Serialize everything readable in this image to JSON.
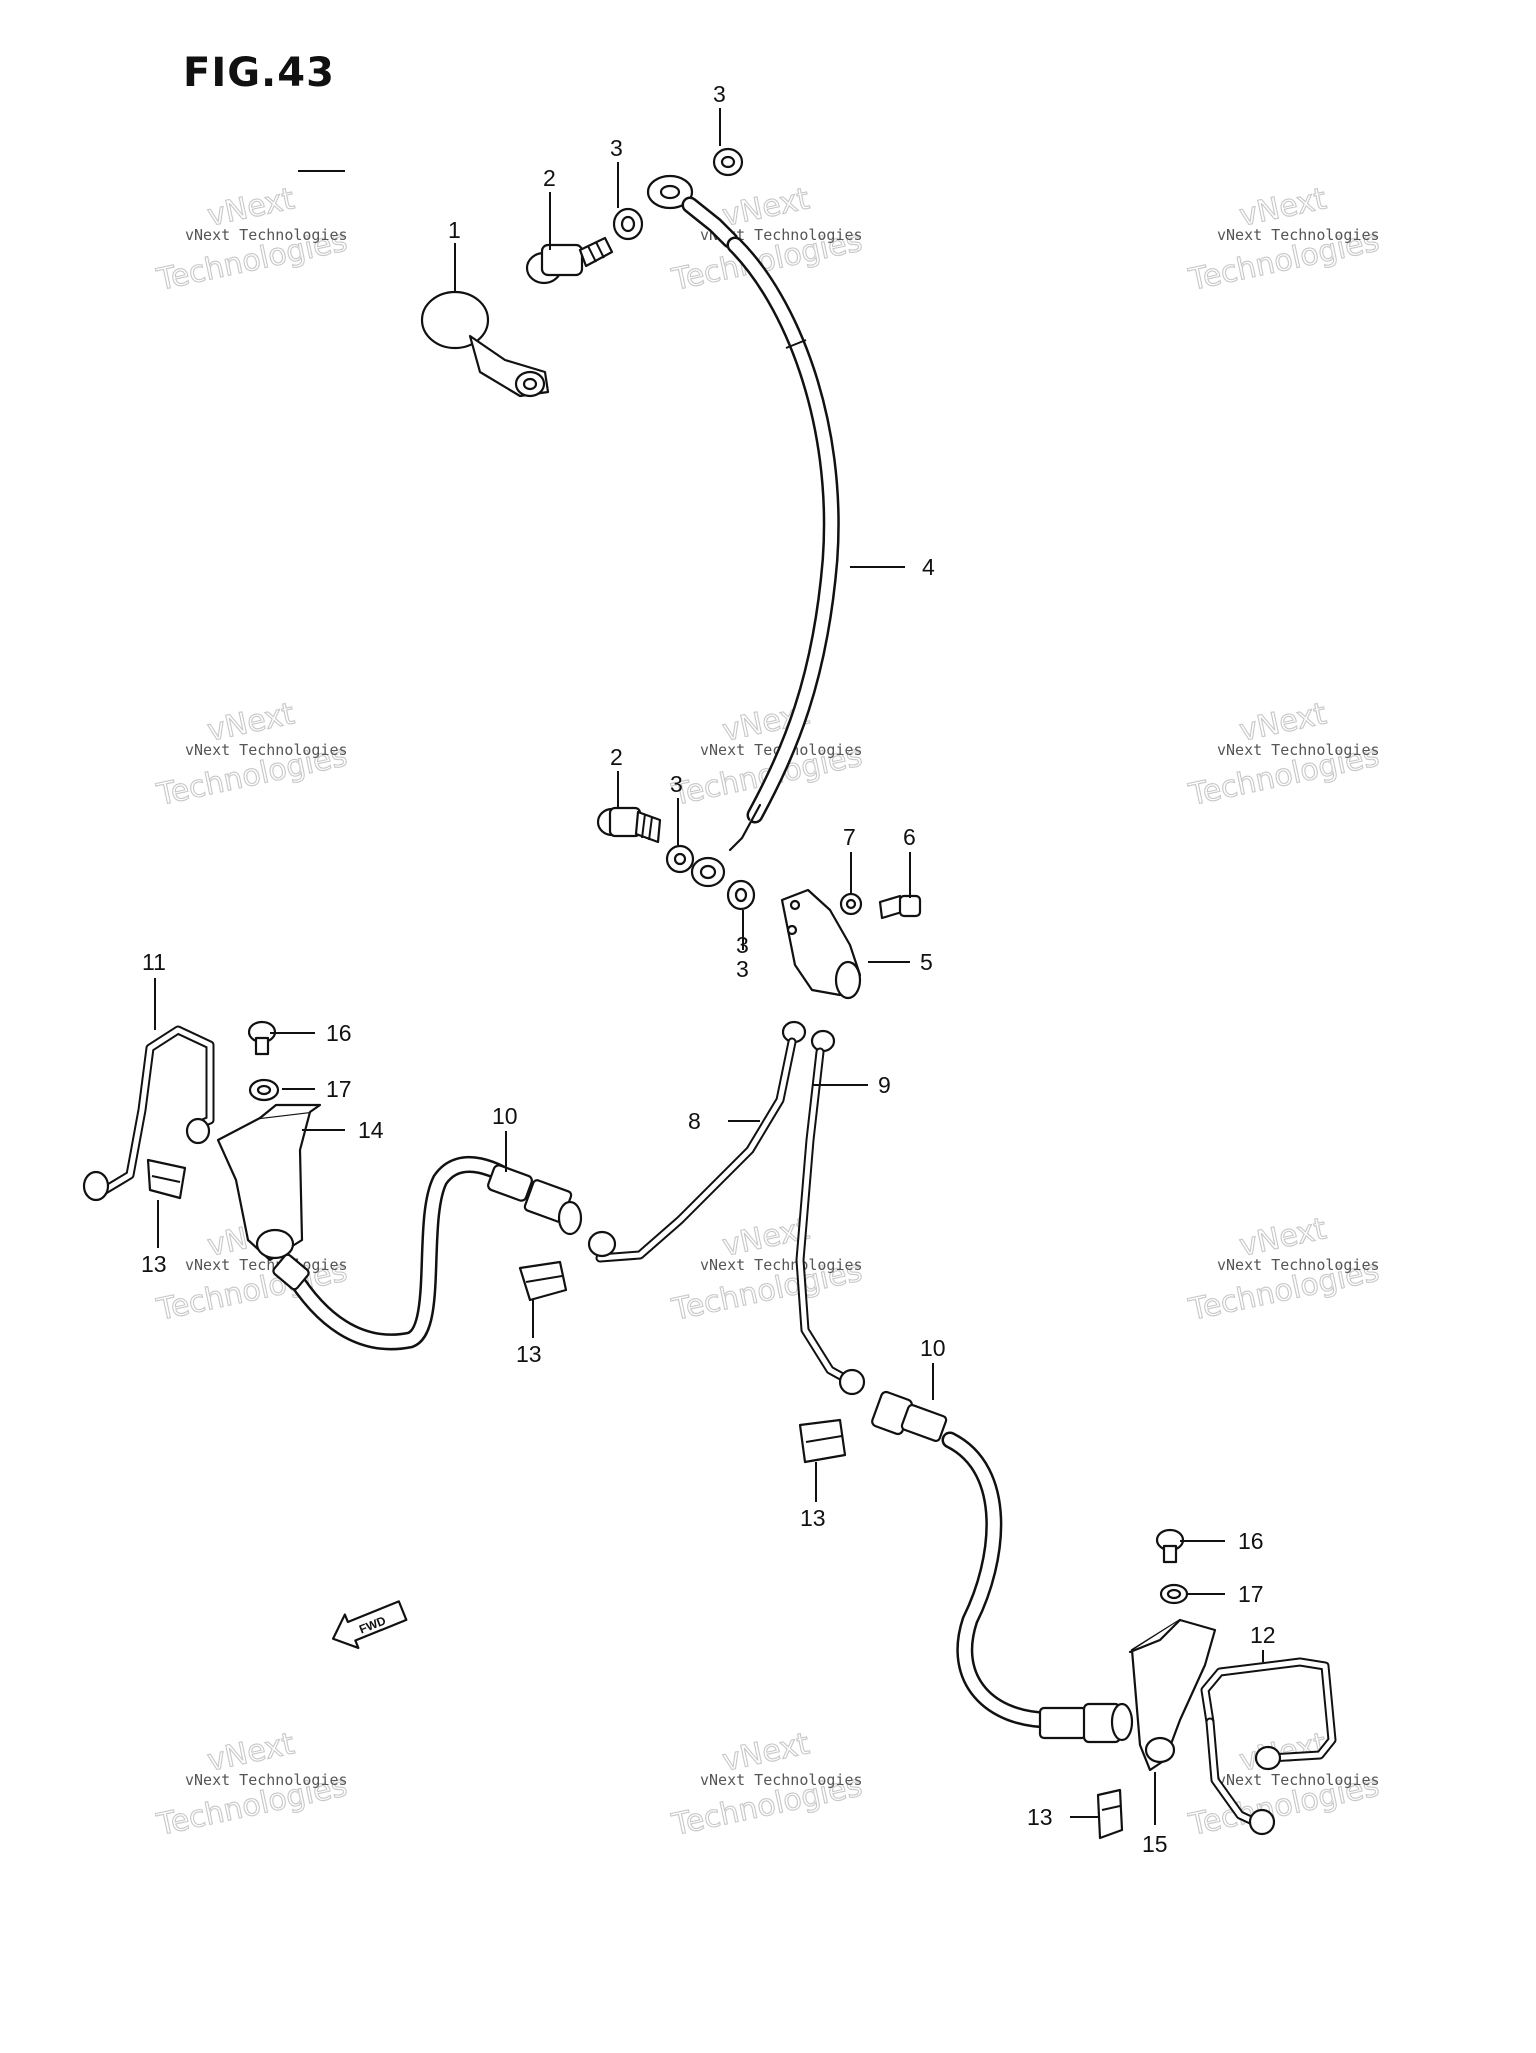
{
  "figure": {
    "title": "FIG.43"
  },
  "watermark": {
    "line1": "vNext Technologies",
    "big": "Technologies",
    "overlay": "vNext"
  },
  "fwd_label": "FWD",
  "callouts": [
    "1",
    "2",
    "3",
    "3",
    "3",
    "4",
    "2",
    "3",
    "3",
    "7",
    "6",
    "5",
    "11",
    "16",
    "17",
    "14",
    "10",
    "8",
    "9",
    "13",
    "13",
    "13",
    "10",
    "16",
    "17",
    "12",
    "13",
    "15"
  ],
  "colors": {
    "ink": "#111111",
    "background": "#ffffff",
    "watermark": "#c8c8c8"
  }
}
